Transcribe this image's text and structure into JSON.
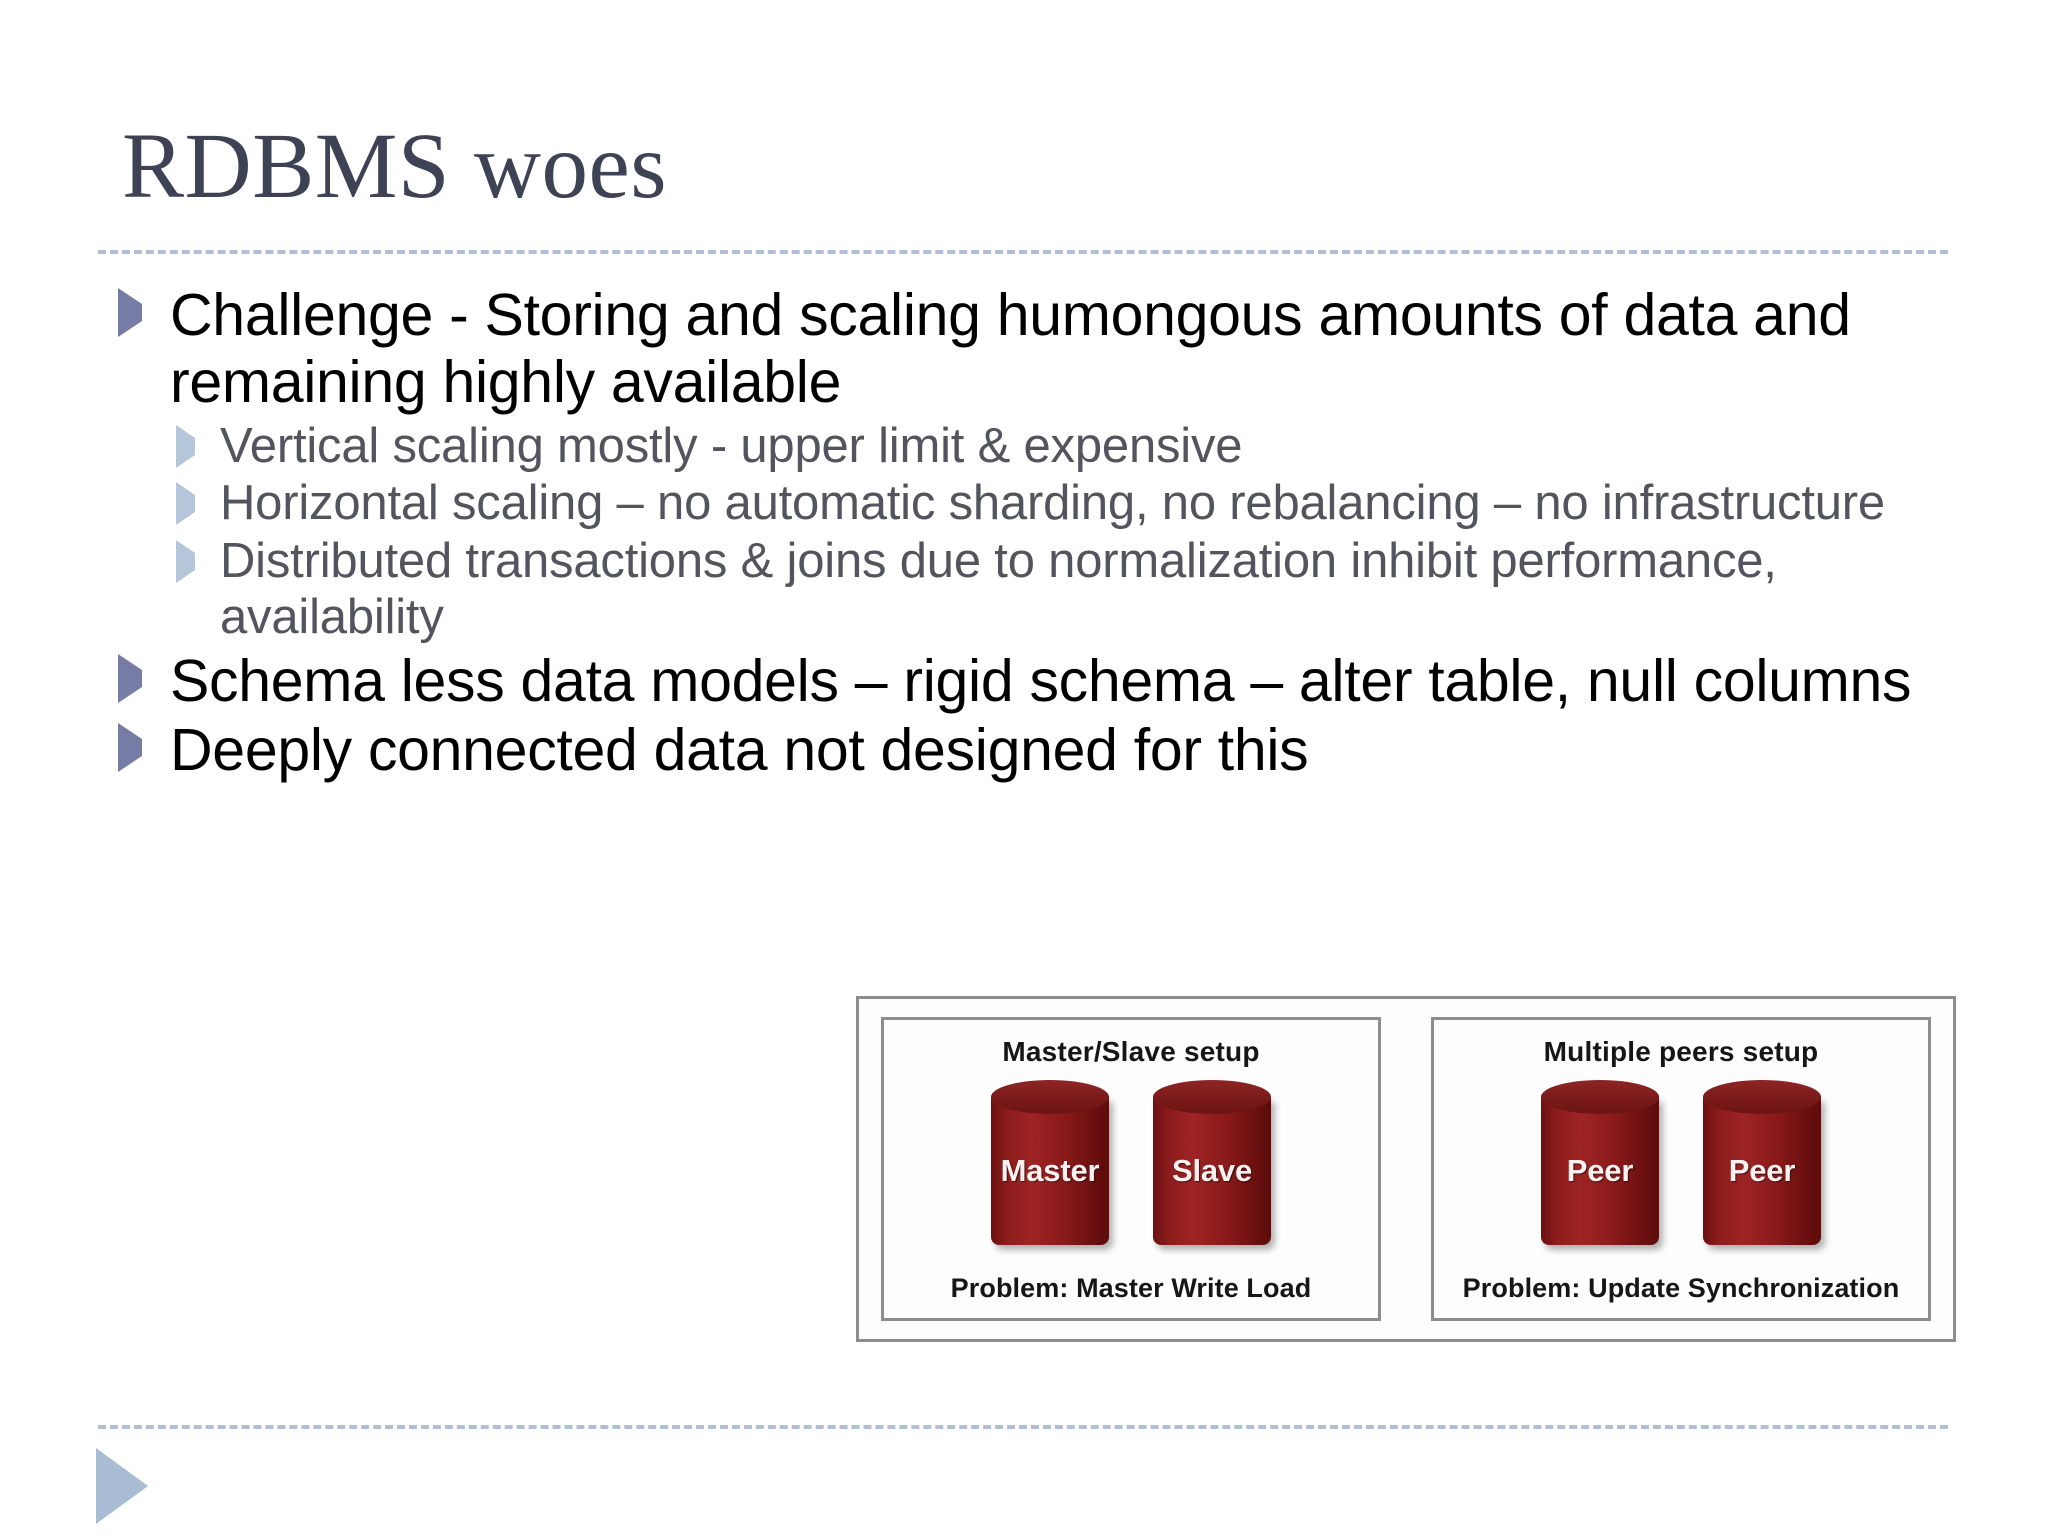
{
  "slide": {
    "title": "RDBMS woes",
    "bullets": [
      {
        "level": 1,
        "text": "Challenge - Storing and scaling humongous amounts of data and remaining highly available"
      },
      {
        "level": 2,
        "text": "Vertical scaling mostly - upper limit & expensive"
      },
      {
        "level": 2,
        "text": "Horizontal scaling – no automatic sharding, no rebalancing – no infrastructure"
      },
      {
        "level": 2,
        "text": "Distributed transactions & joins due to normalization inhibit performance, availability"
      },
      {
        "level": 1,
        "text": "Schema less data models – rigid schema – alter table, null columns"
      },
      {
        "level": 1,
        "text": "Deeply connected data   not designed for this"
      }
    ]
  },
  "diagram": {
    "panels": [
      {
        "title": "Master/Slave setup",
        "problem": "Problem: Master Write Load",
        "nodes": [
          "Master",
          "Slave"
        ]
      },
      {
        "title": "Multiple peers setup",
        "problem": "Problem: Update Synchronization",
        "nodes": [
          "Peer",
          "Peer"
        ]
      }
    ]
  },
  "colors": {
    "title_text": "#3d4354",
    "body_text": "#000000",
    "sub_text": "#53555e",
    "rule": "#adc0d6",
    "bullet_level1": "#767ca4",
    "bullet_level2": "#b6c6da",
    "nav_arrow": "#a8bdd4",
    "cylinder": "#8d1c1c",
    "panel_border": "#8d8d8d"
  }
}
